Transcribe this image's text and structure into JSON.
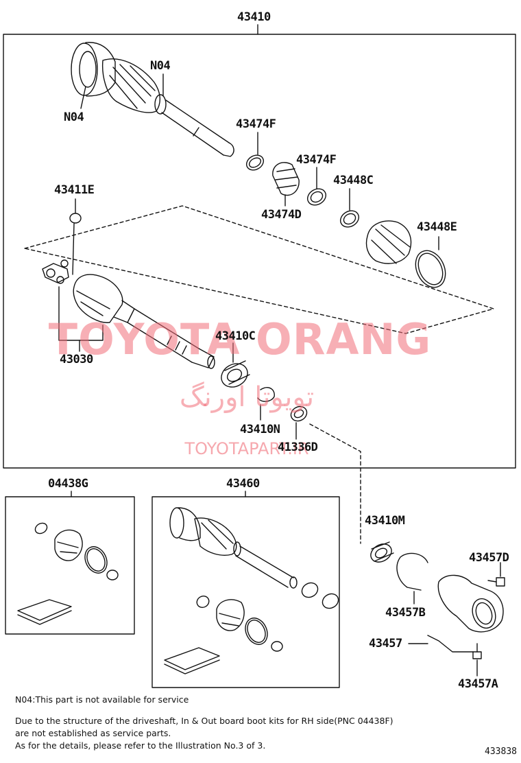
{
  "labels": {
    "main_assembly": "43410",
    "n04_top": "N04",
    "n04_left": "N04",
    "clamp_f1": "43474F",
    "clamp_f2": "43474F",
    "boot_d": "43474D",
    "clamp_c": "43448C",
    "boot_e": "43448E",
    "snap_e": "43411E",
    "tripod": "43030",
    "bearing_c": "43410C",
    "snap_n": "43410N",
    "seal_d": "41336D",
    "kit_g": "04438G",
    "kit_assembly": "43460",
    "bearing_m": "43410M",
    "snap_b": "43457B",
    "bolt_d": "43457D",
    "bracket": "43457",
    "bolt_a": "43457A"
  },
  "notes": {
    "line1": "N04:This part is not available for service",
    "line2": "Due to the structure of the driveshaft, In & Out board boot kits for RH side(PNC 04438F)",
    "line3": "are not established as service parts.",
    "line4": "As for the details, please refer to the Illustration No.3 of 3."
  },
  "watermark": {
    "brand": "TOYOTA ORANG",
    "brand_fa": "تویوتا اورنگ",
    "site": "TOYOTAPART.IR",
    "color": "#f06e78"
  },
  "figure_code": "433838"
}
